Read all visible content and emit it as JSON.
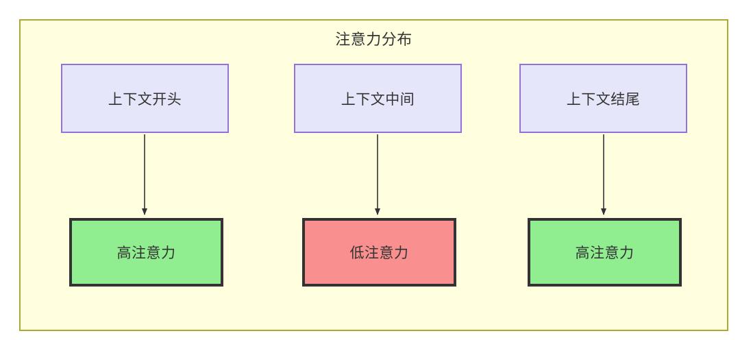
{
  "diagram": {
    "title": "注意力分布",
    "container": {
      "fill": "#FFFFE0",
      "stroke": "#AAAA33"
    },
    "palette": {
      "context_fill": "#E6E6FA",
      "context_stroke": "#9370DB",
      "high_attention_fill": "#90EE90",
      "low_attention_fill": "#F98F8F",
      "node_stroke": "#333333",
      "edge_stroke": "#333333",
      "text": "#333333"
    },
    "columns": [
      {
        "source": {
          "label": "上下文开头",
          "type": "context"
        },
        "target": {
          "label": "高注意力",
          "type": "high-attention",
          "fill": "#90EE90"
        }
      },
      {
        "source": {
          "label": "上下文中间",
          "type": "context"
        },
        "target": {
          "label": "低注意力",
          "type": "low-attention",
          "fill": "#F98F8F"
        }
      },
      {
        "source": {
          "label": "上下文结尾",
          "type": "context"
        },
        "target": {
          "label": "高注意力",
          "type": "high-attention",
          "fill": "#90EE90"
        }
      }
    ],
    "edges": [
      {
        "from": "上下文开头",
        "to": "高注意力",
        "arrow": "arrowhead-down"
      },
      {
        "from": "上下文中间",
        "to": "低注意力",
        "arrow": "arrowhead-down"
      },
      {
        "from": "上下文结尾",
        "to": "高注意力",
        "arrow": "arrowhead-down"
      }
    ]
  }
}
